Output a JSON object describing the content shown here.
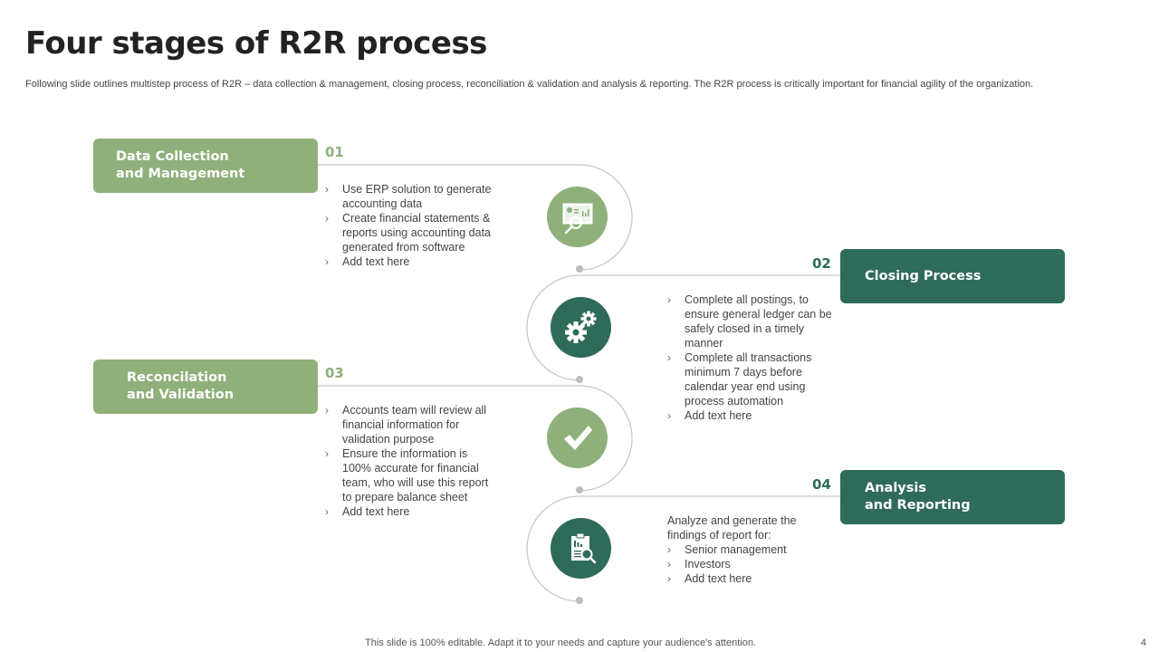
{
  "title": "Four stages of R2R process",
  "subtitle": "Following slide outlines multistep process of R2R – data collection & management, closing process, reconciliation & validation and analysis & reporting. The R2R process is critically important for financial agility of the organization.",
  "colors": {
    "light_green": "#8fb07a",
    "dark_green": "#2f6b5b",
    "track": "#c8c8c8"
  },
  "stages": [
    {
      "number": "01",
      "label_line1": "Data Collection",
      "label_line2": "and Management",
      "icon": "monitor-magnifier-icon",
      "intro": "",
      "bullets": [
        "Use ERP solution to generate accounting data",
        "Create financial statements & reports using accounting data generated from software",
        "Add text here"
      ]
    },
    {
      "number": "02",
      "label_line1": "Closing Process",
      "label_line2": "",
      "icon": "gears-icon",
      "intro": "",
      "bullets": [
        "Complete all postings, to ensure general ledger can be safely closed in a timely manner",
        "Complete all transactions minimum 7 days before calendar year end using process automation",
        "Add text here"
      ]
    },
    {
      "number": "03",
      "label_line1": "Reconcilation",
      "label_line2": "and Validation",
      "icon": "checkmark-icon",
      "intro": "",
      "bullets": [
        "Accounts team will review all financial information for validation purpose",
        "Ensure the information is 100% accurate for financial team, who will use this report to prepare balance sheet",
        "Add text here"
      ]
    },
    {
      "number": "04",
      "label_line1": "Analysis",
      "label_line2": "and Reporting",
      "icon": "clipboard-magnifier-icon",
      "intro": "Analyze and generate the findings of report for:",
      "bullets": [
        "Senior management",
        "Investors",
        "Add text here"
      ]
    }
  ],
  "bullet_glyph": "›",
  "footer": "This slide is 100% editable. Adapt it to your needs and capture your audience's attention.",
  "page_number": "4"
}
